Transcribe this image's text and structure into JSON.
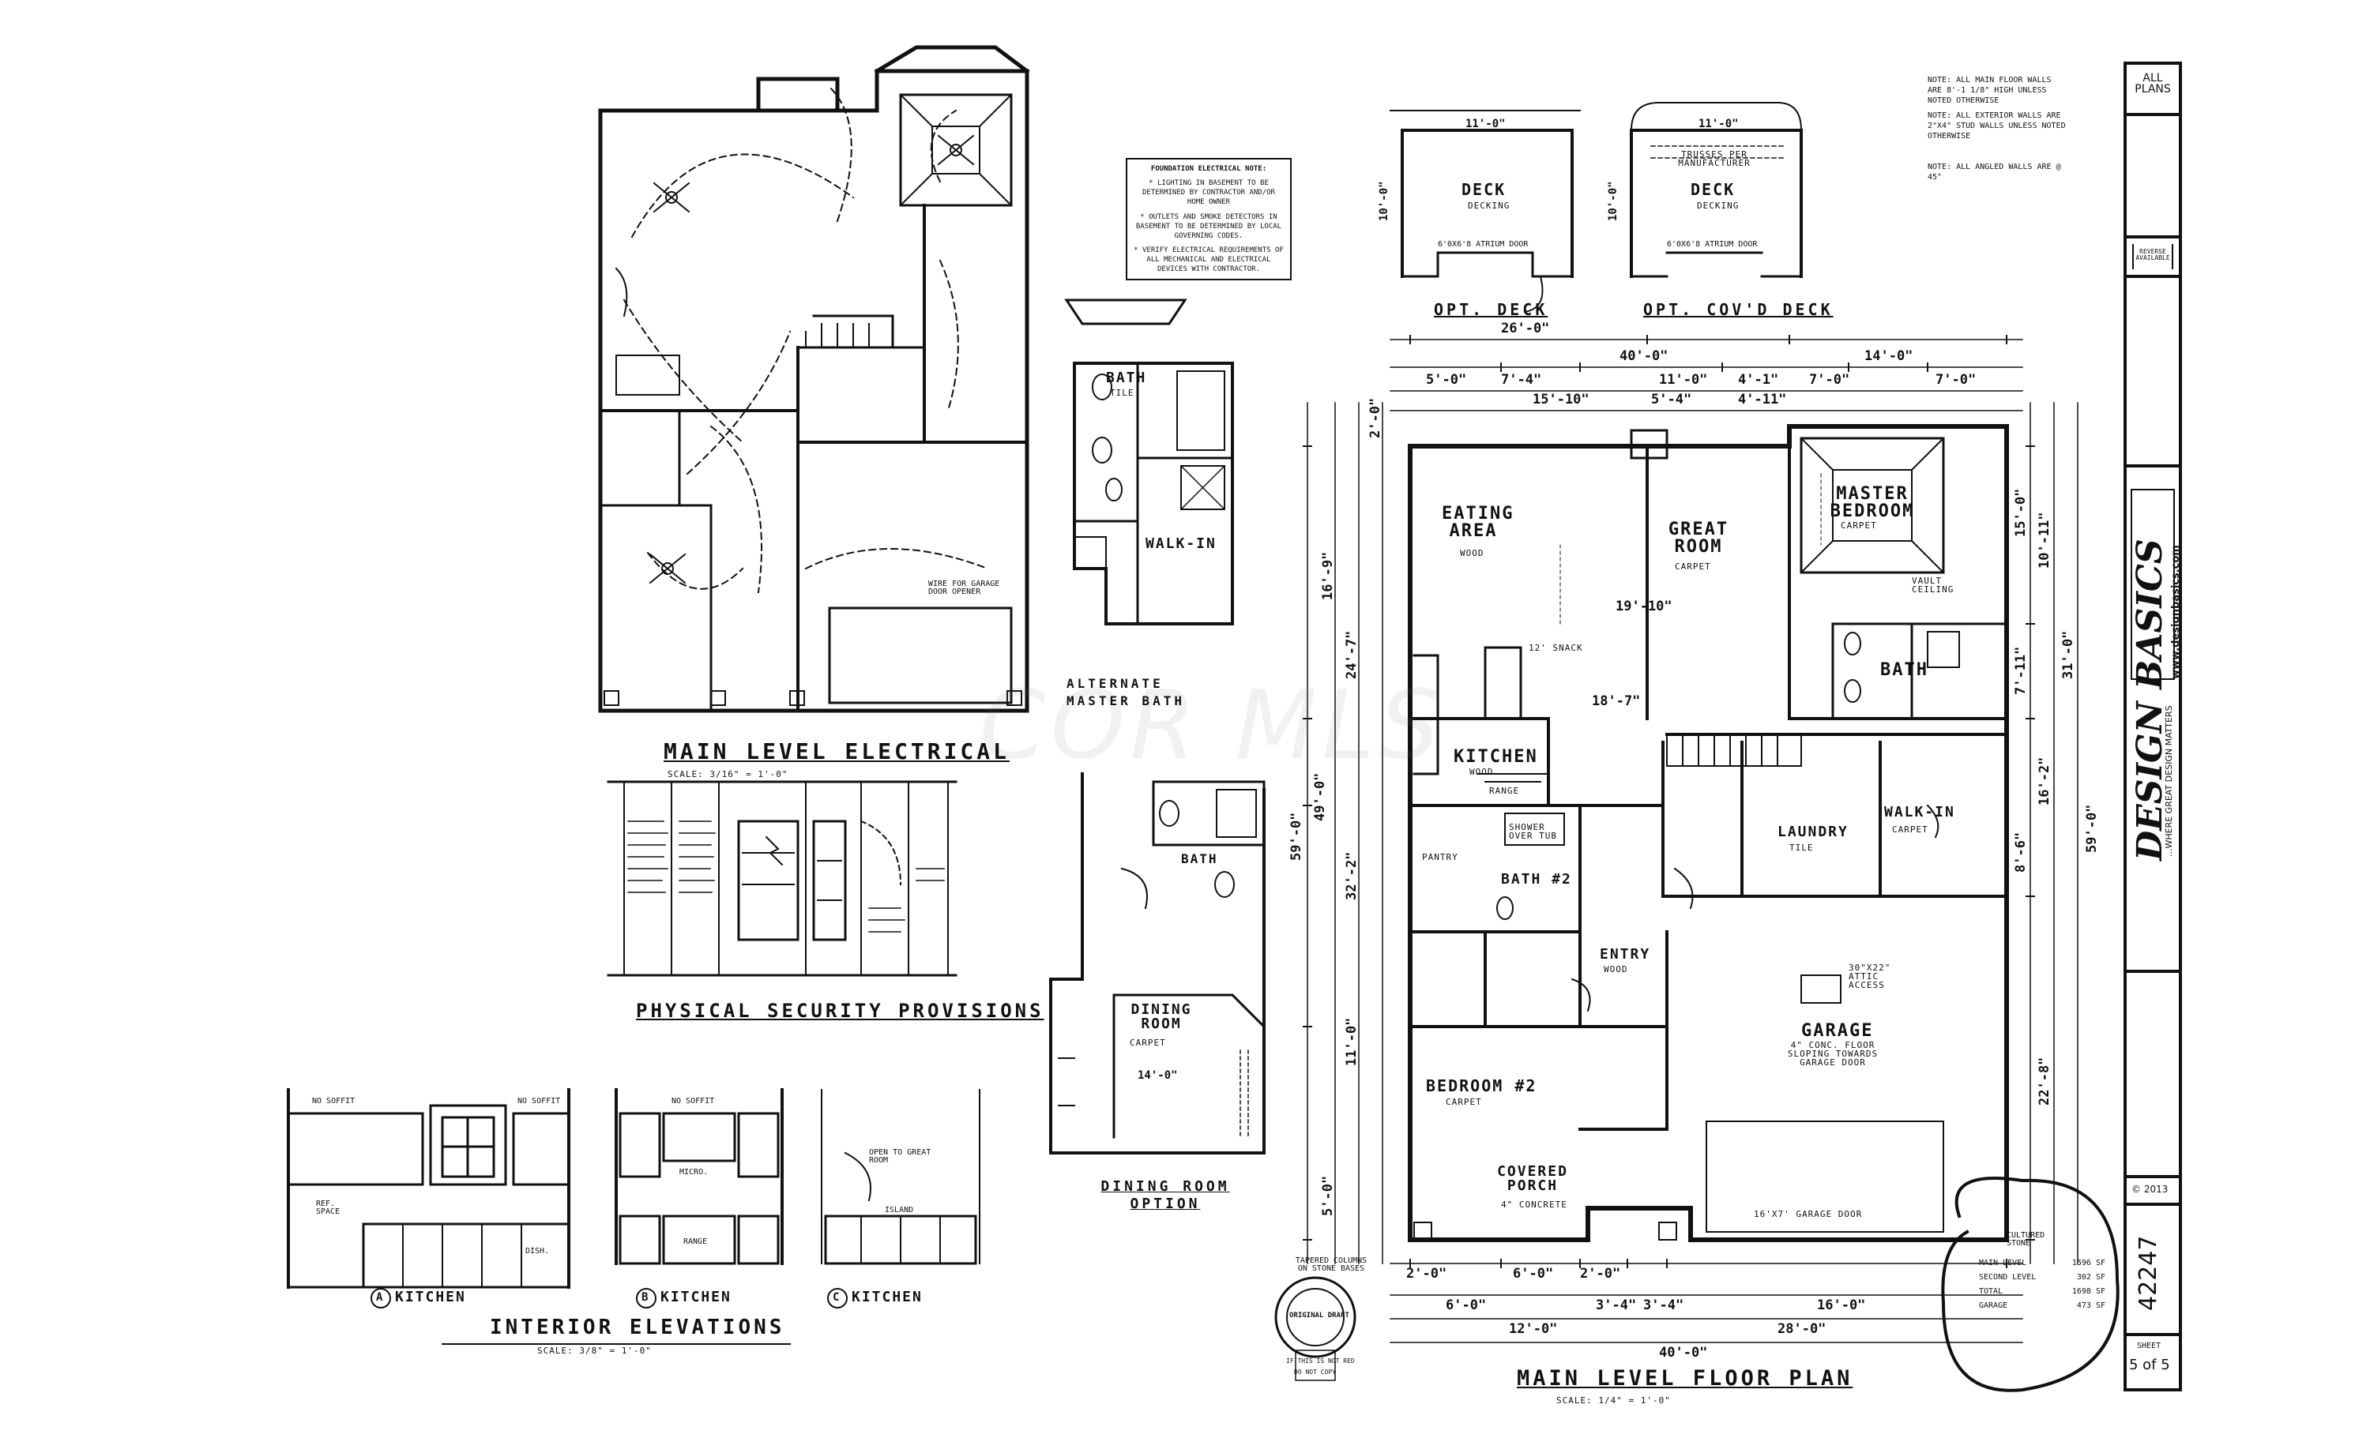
{
  "watermark": "COR MLS",
  "titles": {
    "main_electrical": "MAIN LEVEL ELECTRICAL",
    "physical_security": "PHYSICAL SECURITY PROVISIONS",
    "interior_elevations": "INTERIOR ELEVATIONS",
    "alternate_master_bath": "ALTERNATE MASTER BATH",
    "dining_room_option": "DINING ROOM OPTION",
    "opt_deck": "OPT. DECK",
    "opt_covd_deck": "OPT. COV'D DECK",
    "main_floor_plan": "MAIN LEVEL FLOOR PLAN"
  },
  "scales": {
    "security": "SCALE: 3/16\" = 1'-0\"",
    "elevations": "SCALE: 3/8\" = 1'-0\"",
    "floor_plan": "SCALE: 1/4\" = 1'-0\""
  },
  "electrical_notes": {
    "heading": "FOUNDATION ELECTRICAL NOTE:",
    "lines": [
      "* LIGHTING IN BASEMENT TO BE DETERMINED BY CONTRACTOR AND/OR HOME OWNER",
      "* OUTLETS AND SMOKE DETECTORS IN BASEMENT TO BE DETERMINED BY LOCAL GOVERNING CODES.",
      "* VERIFY ELECTRICAL REQUIREMENTS OF ALL MECHANICAL AND ELECTRICAL DEVICES WITH CONTRACTOR."
    ],
    "wire_note": "WIRE FOR GARAGE DOOR OPENER"
  },
  "elevations": [
    {
      "letter": "A",
      "label": "KITCHEN"
    },
    {
      "letter": "B",
      "label": "KITCHEN"
    },
    {
      "letter": "C",
      "label": "KITCHEN"
    }
  ],
  "elevation_notes": {
    "no_soffit": "NO SOFFIT",
    "micro": "MICRO.",
    "range": "RANGE",
    "island": "ISLAND",
    "open_to": "OPEN TO GREAT ROOM",
    "dish": "DISH.",
    "ref_space": "REF. SPACE"
  },
  "decks": {
    "dim": "11'-0\"",
    "dim_side": "10'-0\"",
    "deck_label": "DECK",
    "decking": "DECKING",
    "door": "6'0x6'8 ATRIUM DOOR",
    "trusses": "TRUSSES PER MANUFACTURER"
  },
  "rooms": {
    "eating": "EATING AREA",
    "great": "GREAT ROOM",
    "master": "MASTER BEDROOM",
    "kitchen": "KITCHEN",
    "bath": "BATH",
    "bath2": "BATH #2",
    "laundry": "LAUNDRY",
    "walkin": "WALK-IN",
    "pantry": "PANTRY",
    "entry": "ENTRY",
    "garage": "GARAGE",
    "bedroom2": "BEDROOM #2",
    "covered_porch": "COVERED PORCH",
    "dining": "DINING ROOM",
    "alt_bath": "BATH",
    "alt_walkin": "WALK-IN"
  },
  "room_notes": {
    "carpet": "CARPET",
    "wood": "WOOD",
    "tile": "TILE",
    "concrete": "4\" CONCRETE",
    "garage_note": "4\" CONC. FLOOR SLOPING TOWARDS GARAGE DOOR",
    "attic": "30\"X22\" ATTIC ACCESS",
    "snack": "12' SNACK",
    "vault": "VAULT CEILING",
    "shower": "SHOWER OVER TUB",
    "range": "RANGE",
    "garage_door": "16'X7' GARAGE DOOR",
    "tapered": "TAPERED COLUMNS ON STONE BASES"
  },
  "dims_top": [
    "26'-0\"",
    "40'-0\"",
    "14'-0\"",
    "5'-0\"",
    "7'-4\"",
    "11'-0\"",
    "4'-1\"",
    "7'-0\"",
    "7'-0\"",
    "15'-10\"",
    "5'-4\"",
    "4'-11\""
  ],
  "dims_bottom": [
    "2'-0\"",
    "6'-0\"",
    "6'-0\"",
    "3'-4\"",
    "3'-4\"",
    "16'-0\"",
    "2'-0\"",
    "12'-0\"",
    "28'-0\"",
    "40'-0\""
  ],
  "dims_left": [
    "49'-0\"",
    "59'-0\"",
    "16'-9\"",
    "24'-7\"",
    "32'-2\"",
    "5'-0\"",
    "11'-0\"",
    "2'-0\""
  ],
  "dims_right": [
    "15'-0\"",
    "10'-11\"",
    "7'-11\"",
    "31'-0\"",
    "16'-2\"",
    "8'-6\"",
    "59'-0\"",
    "22'-8\""
  ],
  "room_dims": {
    "great": "19'-10\"",
    "great2": "18'-7\"",
    "dining": "14'-0\""
  },
  "general_notes": [
    "NOTE: ALL MAIN FLOOR WALLS ARE 8'-1 1/8\" HIGH UNLESS NOTED OTHERWISE",
    "NOTE: ALL EXTERIOR WALLS ARE 2\"X4\" STUD WALLS UNLESS NOTED OTHERWISE",
    "NOTE: ALL ANGLED WALLS ARE @ 45°"
  ],
  "area_table": [
    {
      "label": "MAIN LEVEL",
      "value": "1596 sf"
    },
    {
      "label": "SECOND LEVEL",
      "value": "302 sf"
    },
    {
      "label": "TOTAL",
      "value": "1698 sf"
    },
    {
      "label": "GARAGE",
      "value": "473 sf"
    }
  ],
  "cultured_stone": "CULTURED STONE",
  "title_block": {
    "all_plans": "ALL PLANS",
    "reverse": "REVERSE AVAILABLE",
    "company": "DESIGN BASICS",
    "tagline": "...WHERE GREAT DESIGN MATTERS",
    "web": "www.designbasics.com",
    "year": "© 2013",
    "plan_no": "42247",
    "sheet_label": "SHEET",
    "sheet_no": "5 of 5"
  },
  "stamp": {
    "text": "ORIGINAL DRAFT",
    "warn1": "IF THIS IS NOT RED",
    "warn2": "DO NOT COPY"
  }
}
